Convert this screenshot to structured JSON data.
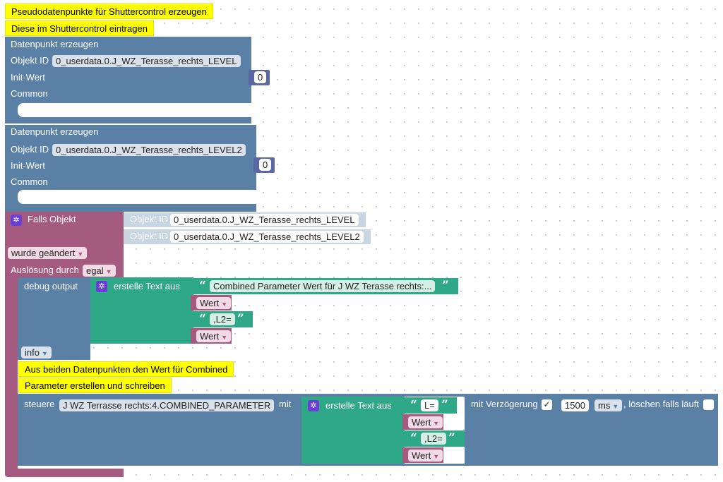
{
  "comments": {
    "c1": "Pseudodatenpunkte für Shuttercontrol erzeugen",
    "c2": "Diese im Shuttercontrol eintragen",
    "c3": "Aus beiden Datenpunkten den Wert für Combined",
    "c4": "Parameter erstellen und schreiben"
  },
  "create_blocks": [
    {
      "title": "Datenpunkt erzeugen",
      "object_label": "Objekt ID",
      "object_id": "0_userdata.0.J_WZ_Terasse_rechts_LEVEL",
      "init_label": "Init-Wert",
      "init_value": "0",
      "common_label": "Common"
    },
    {
      "title": "Datenpunkt erzeugen",
      "object_label": "Objekt ID",
      "object_id": "0_userdata.0.J_WZ_Terasse_rechts_LEVEL2",
      "init_label": "Init-Wert",
      "init_value": "0",
      "common_label": "Common"
    }
  ],
  "trigger": {
    "title": "Falls Objekt",
    "objects": [
      {
        "label": "Objekt ID",
        "id": "0_userdata.0.J_WZ_Terasse_rechts_LEVEL"
      },
      {
        "label": "Objekt ID",
        "id": "0_userdata.0.J_WZ_Terasse_rechts_LEVEL2"
      }
    ],
    "condition": "wurde geändert",
    "trigger_label": "Auslösung durch",
    "trigger_value": "egal"
  },
  "debug": {
    "label": "debug output",
    "create_text_label": "erstelle Text aus",
    "text1": "Combined Parameter Wert für J WZ Terasse rechts:...",
    "wert1": "Wert",
    "text2": ",L2=",
    "wert2": "Wert",
    "level": "info"
  },
  "control": {
    "label": "steuere",
    "target": "J WZ Terrasse rechts:4.COMBINED_PARAMETER",
    "with_label": "mit",
    "create_text_label": "erstelle Text aus",
    "text1": "L=",
    "wert1": "Wert",
    "text2": ",L2=",
    "wert2": "Wert",
    "delay_label": "mit Verzögerung",
    "delay_checked": "✓",
    "delay_value": "1500",
    "delay_unit": "ms",
    "clear_label": ", löschen falls läuft"
  },
  "colors": {
    "io_blocks": "#5b80a5",
    "trigger": "#a55b80",
    "text": "#2ea886",
    "number": "#5b67a5",
    "comment": "#ffff00"
  }
}
